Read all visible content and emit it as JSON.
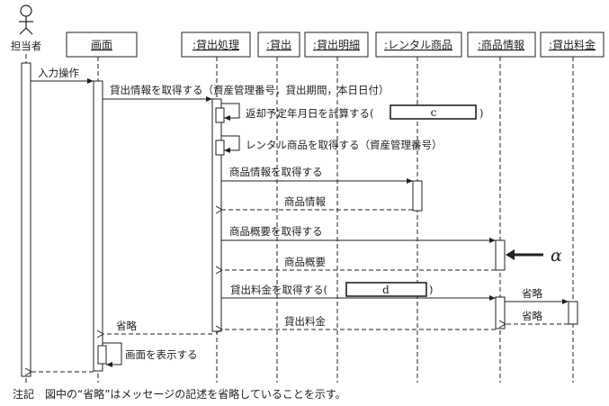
{
  "actor": {
    "name": "担当者",
    "icon": "stick-figure-icon"
  },
  "participants": [
    {
      "id": "screen",
      "label": "画面"
    },
    {
      "id": "lending_process",
      "label": ":貸出処理"
    },
    {
      "id": "lending",
      "label": ":貸出"
    },
    {
      "id": "lending_detail",
      "label": ":貸出明細"
    },
    {
      "id": "rental_item",
      "label": ":レンタル商品"
    },
    {
      "id": "product_info",
      "label": ":商品情報"
    },
    {
      "id": "rental_fee",
      "label": ":貸出料金"
    }
  ],
  "messages": {
    "input": "入力操作",
    "get_lending_info": "貸出情報を取得する（資産管理番号，貸出期間，本日日付）",
    "calc_return_date_pre": "返却予定年月日を計算する(",
    "calc_return_date_post": ")",
    "get_rental_item": "レンタル商品を取得する（資産管理番号）",
    "get_product_info": "商品情報を取得する",
    "product_info_return": "商品情報",
    "get_product_summary": "商品概要を取得する",
    "product_summary_return": "商品概要",
    "get_fee_pre": "貸出料金を取得する(",
    "get_fee_post": ")",
    "omitted_call": "省略",
    "omitted_return": "省略",
    "fee_return": "貸出料金",
    "omitted_to_screen": "省略",
    "display_screen": "画面を表示する"
  },
  "blanks": {
    "c": "c",
    "d": "d"
  },
  "annotation": {
    "alpha": "α"
  },
  "footnote": "注記　図中の“省略”はメッセージの記述を省略していることを示す。"
}
